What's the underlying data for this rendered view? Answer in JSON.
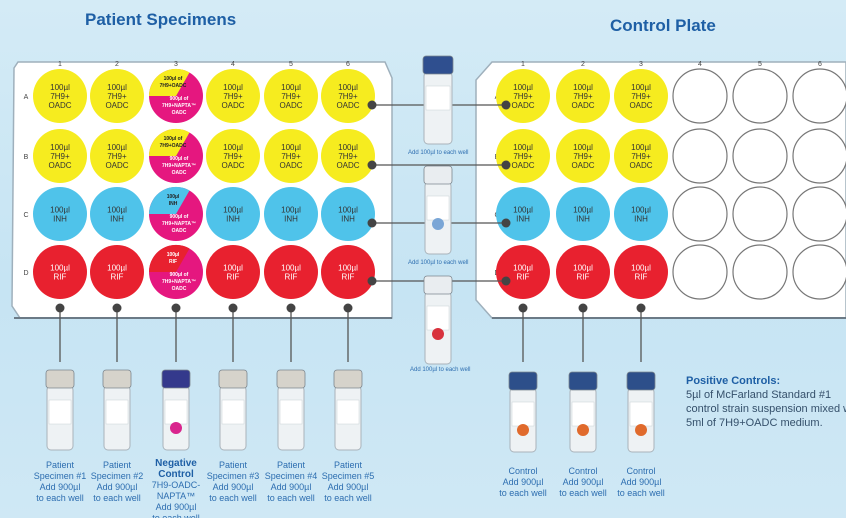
{
  "titles": {
    "patient": "Patient Specimens",
    "control": "Control Plate"
  },
  "patient_plate": {
    "columns": [
      "1",
      "2",
      "3",
      "4",
      "5",
      "6"
    ],
    "rows": [
      "A",
      "B",
      "C",
      "D"
    ],
    "row_labels": {
      "A": [
        "100µl",
        "7H9+",
        "OADC"
      ],
      "B": [
        "100µl",
        "7H9+",
        "OADC"
      ],
      "C": [
        "100µl",
        "INH"
      ],
      "D": [
        "100µl",
        "RIF"
      ]
    },
    "col3_text": {
      "A": [
        "100µl of",
        "7H9+OADC",
        "900µl of",
        "7H9+NAPTA™",
        "OADC"
      ],
      "B": [
        "100µl of",
        "7H9+OADC",
        "900µl of",
        "7H9+NAPTA™",
        "OADC"
      ],
      "C": [
        "100µl",
        "INH",
        "900µl of",
        "7H9+NAPTA™",
        "OADC"
      ],
      "D": [
        "100µl",
        "RIF",
        "900µl of",
        "7H9+NAPTA™",
        "OADC"
      ]
    }
  },
  "control_plate": {
    "columns": [
      "1",
      "2",
      "3",
      "4",
      "5",
      "6"
    ],
    "rows": [
      "A",
      "B",
      "C",
      "D"
    ]
  },
  "colors": {
    "yellow": "#f6ec1f",
    "blue": "#4fc3ea",
    "red": "#e8212f",
    "magenta": "#e5177f",
    "title": "#1e5fa5"
  },
  "center_texts": {
    "add1": "Add 100µl to each well",
    "add2": "Add 100µl to each well",
    "add3": "Add 100µl to each well"
  },
  "patient_tubes": [
    {
      "lines": [
        "Patient",
        "Specimen #1",
        "Add 900µl",
        "to each well"
      ]
    },
    {
      "lines": [
        "Patient",
        "Specimen #2",
        "Add 900µl",
        "to each well"
      ]
    },
    {
      "bold": [
        "Negative",
        "Control"
      ],
      "lines": [
        "7H9-OADC-",
        "NAPTA™",
        "Add 900µl",
        "to each well"
      ]
    },
    {
      "lines": [
        "Patient",
        "Specimen #3",
        "Add 900µl",
        "to each well"
      ]
    },
    {
      "lines": [
        "Patient",
        "Specimen #4",
        "Add 900µl",
        "to each well"
      ]
    },
    {
      "lines": [
        "Patient",
        "Specimen #5",
        "Add 900µl",
        "to each well"
      ]
    }
  ],
  "control_tubes": [
    {
      "lines": [
        "Control",
        "Add 900µl",
        "to each well"
      ]
    },
    {
      "lines": [
        "Control",
        "Add 900µl",
        "to each well"
      ]
    },
    {
      "lines": [
        "Control",
        "Add 900µl",
        "to each well"
      ]
    }
  ],
  "positive_controls": {
    "heading": "Positive Controls:",
    "lines": [
      "5µl of McFarland Standard #1",
      "control strain suspension mixed w",
      "5ml of 7H9+OADC medium."
    ]
  }
}
